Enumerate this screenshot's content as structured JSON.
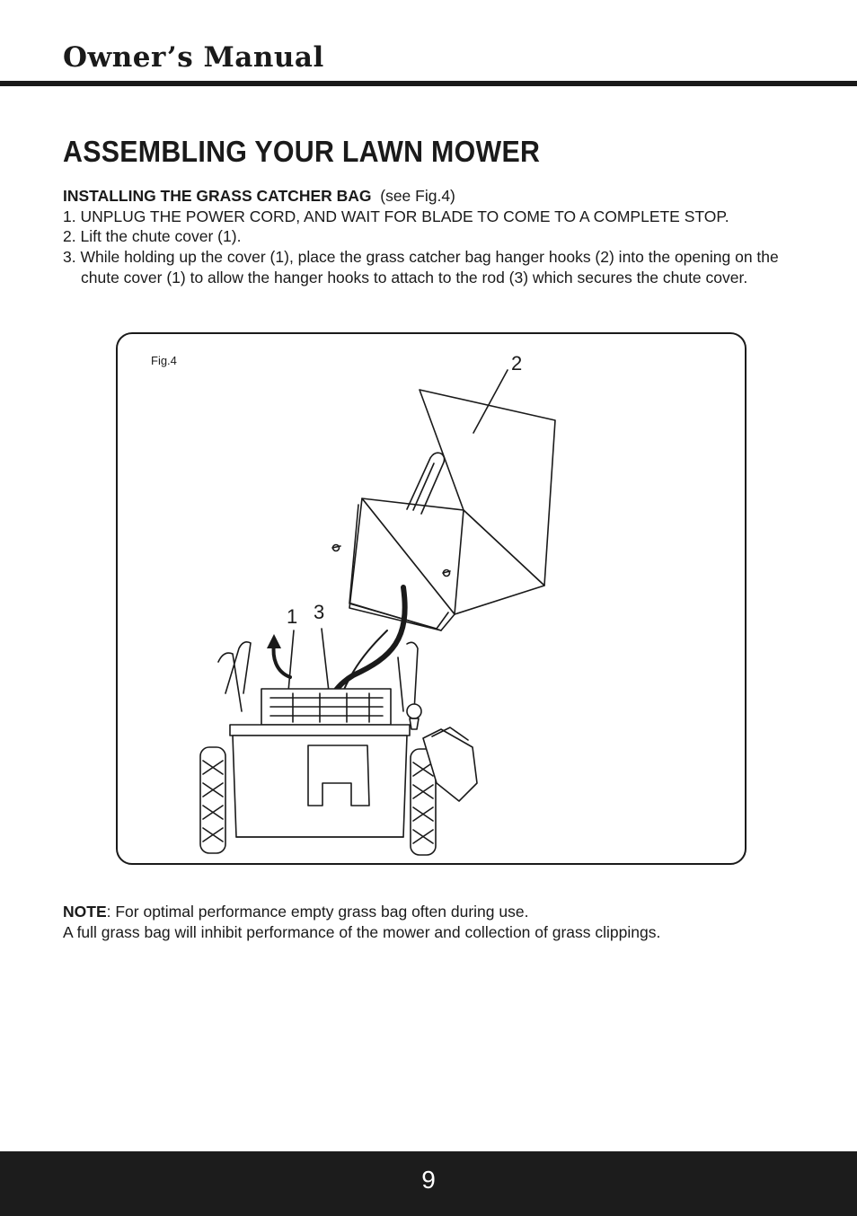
{
  "header": {
    "title": "Owner’s Manual"
  },
  "section": {
    "title": "ASSEMBLING  YOUR  LAWN  MOWER"
  },
  "instructions": {
    "subheading": "INSTALLING THE GRASS CATCHER BAG",
    "subheading_ref": "  (see Fig.4)",
    "step1": "1. UNPLUG THE POWER CORD, AND WAIT FOR BLADE TO COME TO A COMPLETE STOP.",
    "step2": "2. Lift the chute cover (1).",
    "step3_line1": "3. While holding up the cover (1), place the grass catcher bag hanger hooks (2) into the opening on the",
    "step3_line2": "chute cover (1) to allow the hanger hooks to attach to the rod (3) which secures the chute cover."
  },
  "figure": {
    "label": "Fig.4",
    "callout_1": "1",
    "callout_2": "2",
    "callout_3": "3"
  },
  "note": {
    "label": "NOTE",
    "line1_rest": ": For optimal performance empty grass bag often during use.",
    "line2": "A full grass bag will inhibit performance of the mower and collection of grass clippings."
  },
  "footer": {
    "page_number": "9"
  }
}
